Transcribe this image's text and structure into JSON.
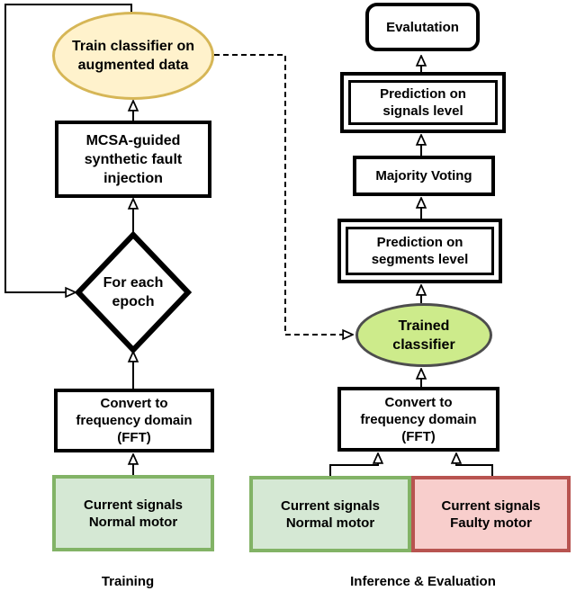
{
  "colors": {
    "yellow_fill": "#FFF2CC",
    "yellow_stroke": "#D6B656",
    "green_fill": "#D5E8D4",
    "green_stroke": "#82B366",
    "bright_green_fill": "#CDEB8B",
    "dark_stroke": "#4D4D4D",
    "red_fill": "#F8CECC",
    "red_stroke": "#B85450",
    "line_color": "#000000"
  },
  "training": {
    "section_label": "Training",
    "train_classifier": "Train classifier on\naugmented data",
    "mcsa": "MCSA-guided\nsynthetic fault\ninjection",
    "epoch": "For each\nepoch",
    "fft": "Convert to\nfrequency domain\n(FFT)",
    "normal_signals": "Current signals\nNormal motor"
  },
  "inference": {
    "section_label": "Inference & Evaluation",
    "evaluation": "Evalutation",
    "pred_signals": "Prediction on\nsignals level",
    "majority_voting": "Majority Voting",
    "pred_segments": "Prediction on\nsegments level",
    "trained_classifier": "Trained\nclassifier",
    "fft": "Convert to\nfrequency domain\n(FFT)",
    "normal_signals": "Current signals\nNormal motor",
    "faulty_signals": "Current signals\nFaulty motor"
  }
}
